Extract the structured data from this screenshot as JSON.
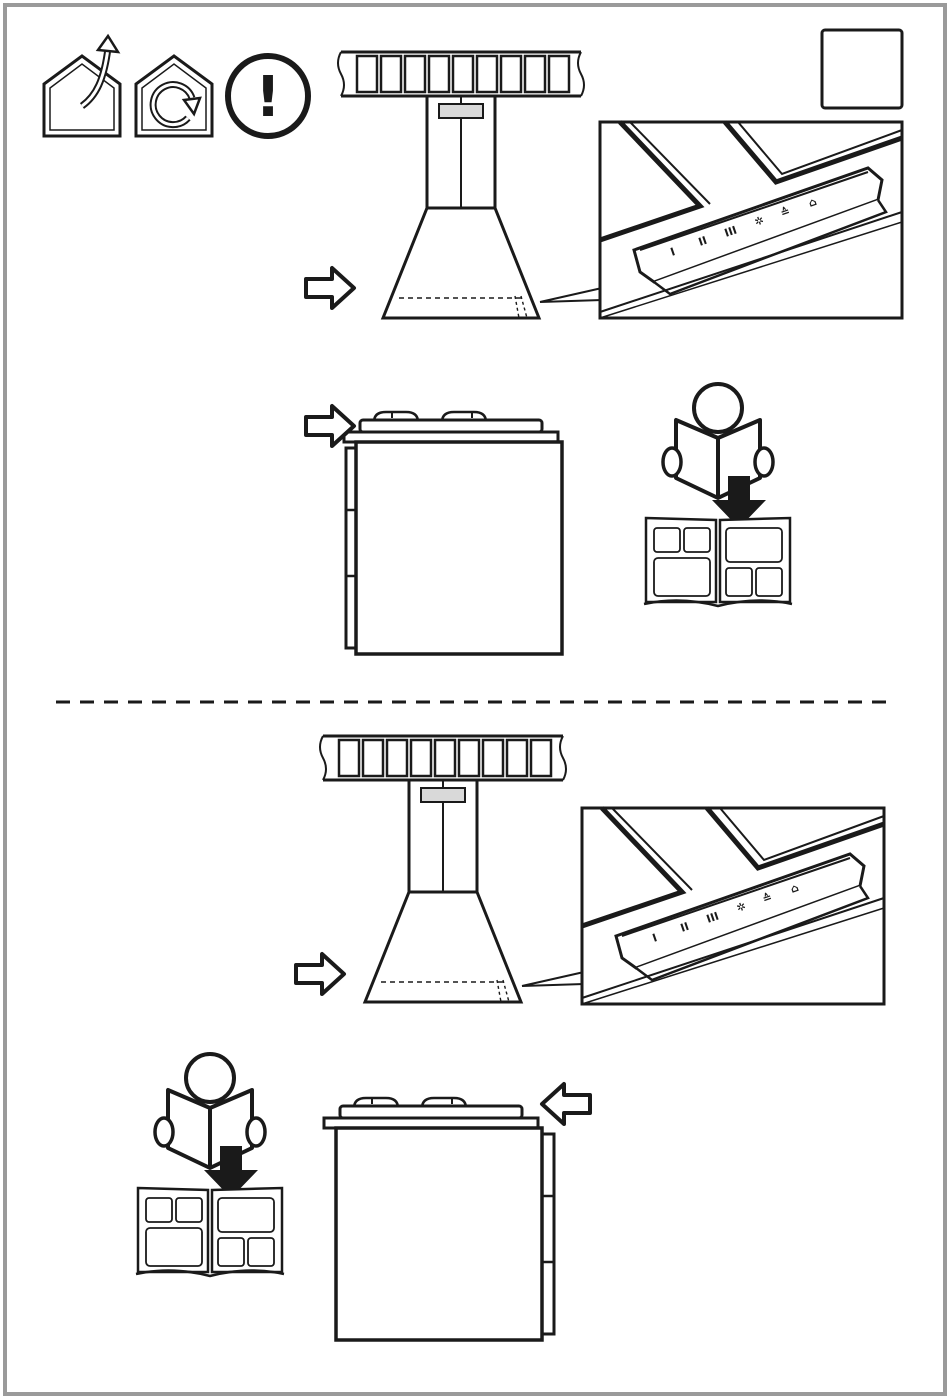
{
  "page": {
    "frame_color": "#9a9a9a",
    "ink_color": "#1a1a1a",
    "highlight_color": "#d9d9d9"
  },
  "header": {
    "icons": [
      "house-exhaust-icon",
      "house-recirculation-icon",
      "warning-icon"
    ],
    "warning_symbol": "!",
    "page_marker_text": ""
  },
  "control_panel": {
    "button_symbols": [
      "I",
      "II",
      "III",
      "✲",
      "≙",
      "⌂"
    ],
    "button_icons": [
      "speed-1-icon",
      "speed-2-icon",
      "speed-3-icon",
      "fan-icon",
      "light-icon",
      "timer-icon"
    ]
  },
  "sections": [
    {
      "name": "top-section",
      "hob_arrow_side": "left",
      "manual_side": "right"
    },
    {
      "name": "bottom-section",
      "hob_arrow_side": "right",
      "manual_side": "left"
    }
  ]
}
